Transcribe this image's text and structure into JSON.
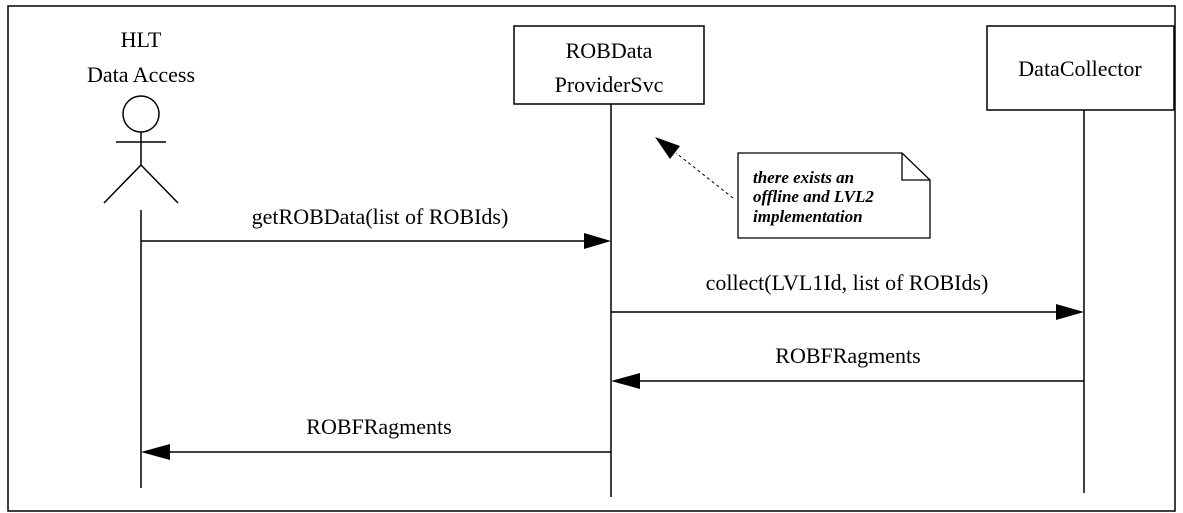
{
  "diagram": {
    "actor": {
      "line1": "HLT",
      "line2": "Data Access"
    },
    "robdata_box": {
      "line1": "ROBData",
      "line2": "ProviderSvc"
    },
    "collector_box": {
      "label": "DataCollector"
    },
    "note": {
      "line1": "there exists an",
      "line2": "offline and LVL2",
      "line3": "implementation"
    },
    "messages": [
      {
        "label": "getROBData(list of ROBIds)"
      },
      {
        "label": "collect(LVL1Id, list of ROBIds)"
      },
      {
        "label": "ROBFRagments"
      },
      {
        "label": "ROBFRagments"
      }
    ]
  }
}
